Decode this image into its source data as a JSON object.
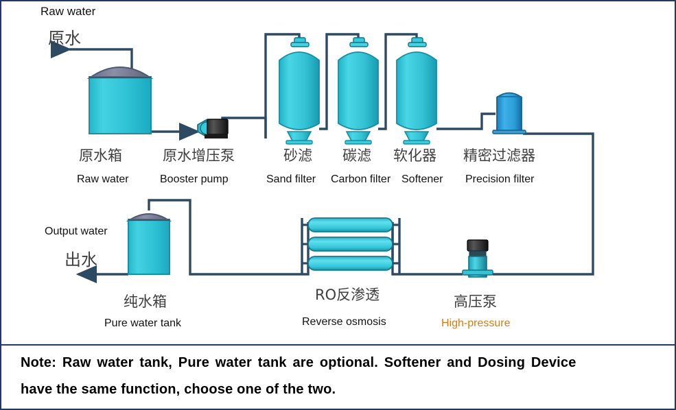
{
  "diagram": {
    "title_implicit": "RO water treatment process flow",
    "colors": {
      "pipe": "#2e4a63",
      "tank_body": "#2fc3d6",
      "tank_body_dark": "#1aa6bd",
      "tank_dome": "#7a7c96",
      "vessel_body": "#35c0d2",
      "precision_filter": "#2a9fd8",
      "pump_motor": "#1b1b1b",
      "accent_orange": "#d67c12",
      "border": "#1f3864",
      "text_cn": "#3f3f3f",
      "text_en": "#111111"
    },
    "inlet": {
      "label_en": "Raw water",
      "label_cn": "原水",
      "arrow_direction": "right"
    },
    "outlet": {
      "label_en": "Output water",
      "label_cn": "出水",
      "arrow_direction": "left"
    },
    "equipment": [
      {
        "id": "raw-water-tank",
        "label_cn": "原水箱",
        "label_en": "Raw water"
      },
      {
        "id": "booster-pump",
        "label_cn": "原水增压泵",
        "label_en": "Booster pump"
      },
      {
        "id": "sand-filter",
        "label_cn": "砂滤",
        "label_en": "Sand filter"
      },
      {
        "id": "carbon-filter",
        "label_cn": "碳滤",
        "label_en": "Carbon filter"
      },
      {
        "id": "softener",
        "label_cn": "软化器",
        "label_en": "Softener"
      },
      {
        "id": "precision-filter",
        "label_cn": "精密过滤器",
        "label_en": "Precision filter"
      },
      {
        "id": "pure-water-tank",
        "label_cn": "纯水箱",
        "label_en": "Pure water tank"
      },
      {
        "id": "reverse-osmosis",
        "label_cn": "RO反渗透",
        "label_en": "Reverse osmosis"
      },
      {
        "id": "high-pressure-pump",
        "label_cn": "高压泵",
        "label_en": "High-pressure"
      }
    ],
    "note": {
      "line1": "Note: Raw water tank, Pure water tank are optional. Softener and Dosing Device",
      "line2": "have the same function, choose one of the two."
    }
  }
}
